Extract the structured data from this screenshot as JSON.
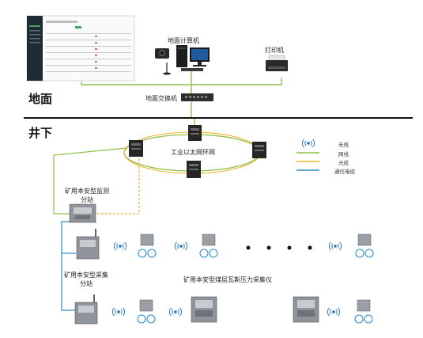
{
  "sections": {
    "surface": "地面",
    "underground": "井下"
  },
  "labels": {
    "computer": "地面计算机",
    "printer": "打印机",
    "switch": "地面交换机",
    "ring": "工业以太网环网",
    "monitor_station_line1": "矿用本安型监测",
    "monitor_station_line2": "分站",
    "collect_station_line1": "矿用本安型采集",
    "collect_station_line2": "分站",
    "collector": "矿用本安型煤层瓦斯压力采集仪"
  },
  "legend": {
    "wireless": "无线",
    "network_cable": "网线",
    "fiber": "光缆",
    "comm_cable": "通信电缆"
  },
  "colors": {
    "network_cable": "#8fbf4a",
    "fiber": "#f0b429",
    "comm_cable": "#2f8fc7",
    "wireless": "#1e6fb8",
    "legend_bg": "#cfe9ee",
    "divider": "#111111"
  }
}
